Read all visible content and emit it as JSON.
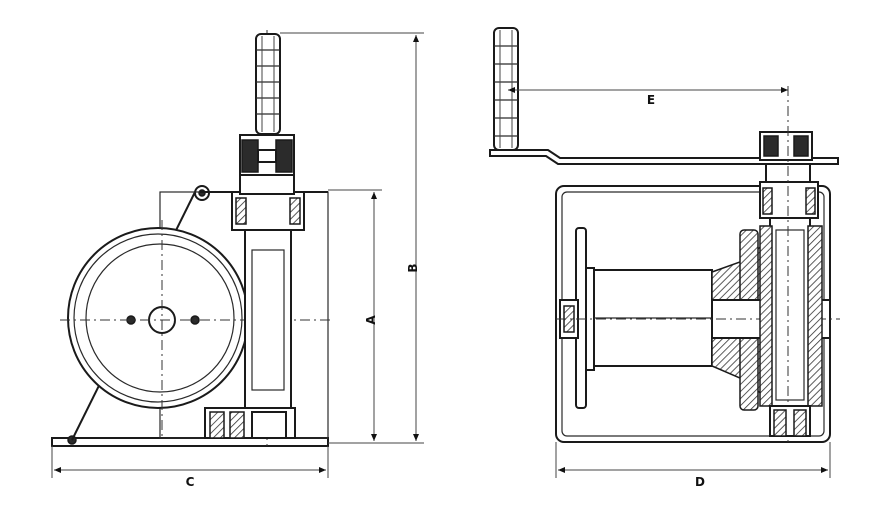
{
  "dimension_labels": {
    "a": "A",
    "b": "B",
    "c": "C",
    "d": "D",
    "e": "E"
  }
}
